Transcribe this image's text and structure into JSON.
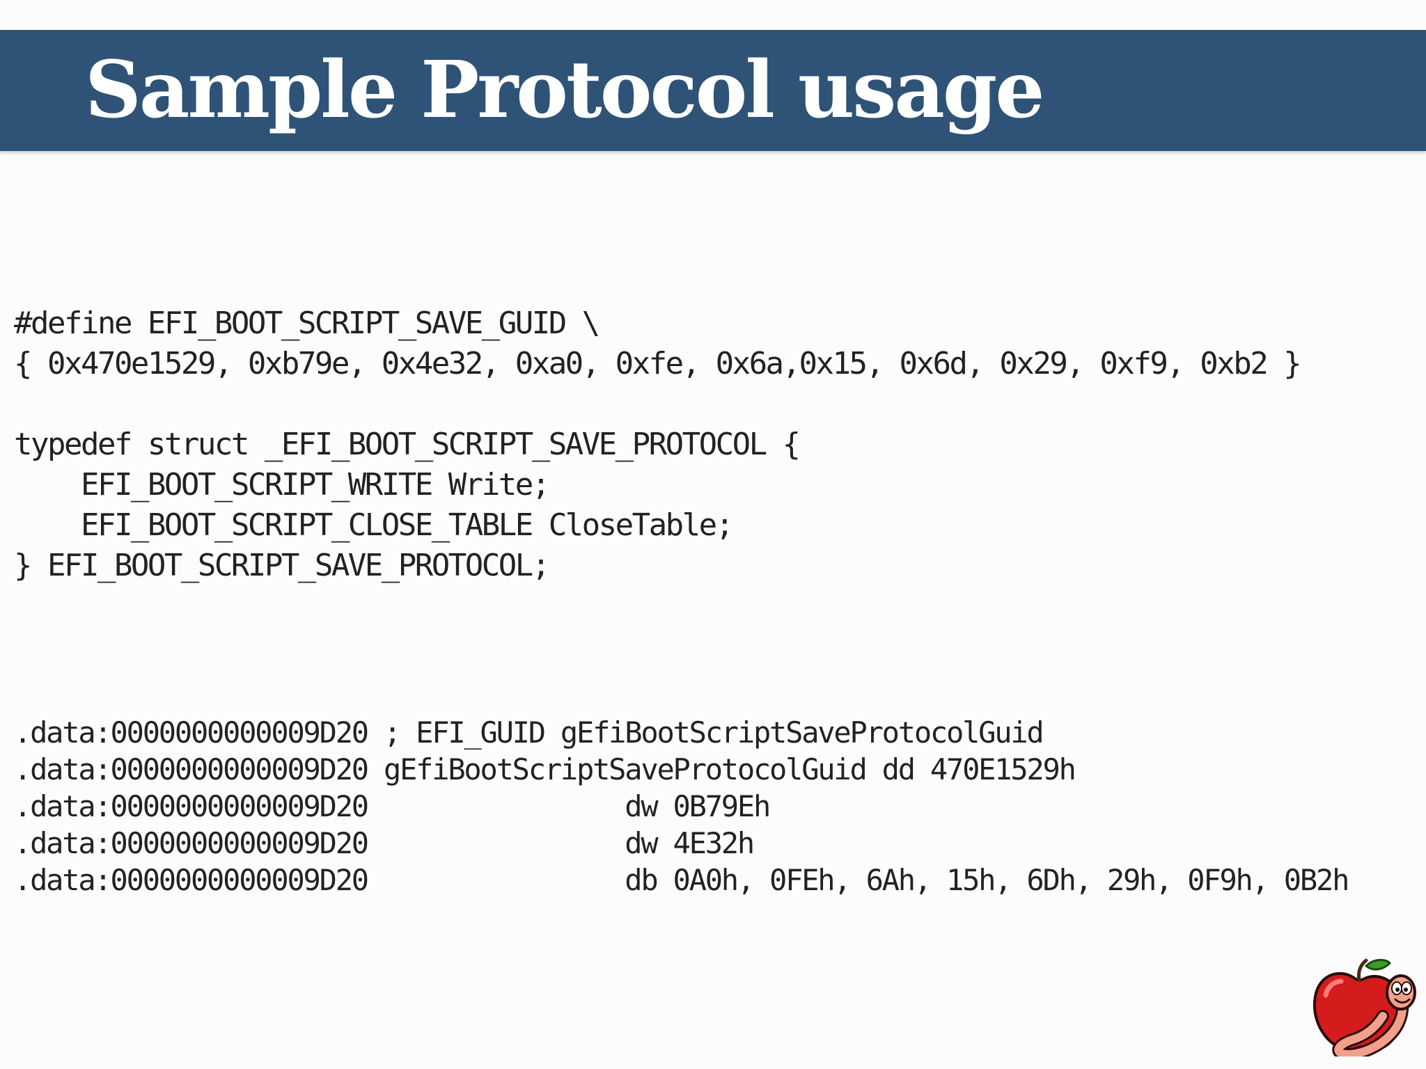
{
  "slide": {
    "title": "Sample Protocol usage"
  },
  "c_code": {
    "lines": [
      "#define EFI_BOOT_SCRIPT_SAVE_GUID \\",
      "{ 0x470e1529, 0xb79e, 0x4e32, 0xa0, 0xfe, 0x6a,0x15, 0x6d, 0x29, 0xf9, 0xb2 }",
      "",
      "typedef struct _EFI_BOOT_SCRIPT_SAVE_PROTOCOL {",
      "    EFI_BOOT_SCRIPT_WRITE Write;",
      "    EFI_BOOT_SCRIPT_CLOSE_TABLE CloseTable;",
      "} EFI_BOOT_SCRIPT_SAVE_PROTOCOL;"
    ]
  },
  "asm_code": {
    "lines": [
      ".data:0000000000009D20 ; EFI_GUID gEfiBootScriptSaveProtocolGuid",
      ".data:0000000000009D20 gEfiBootScriptSaveProtocolGuid dd 470E1529h",
      ".data:0000000000009D20                dw 0B79Eh",
      ".data:0000000000009D20                dw 4E32h",
      ".data:0000000000009D20                db 0A0h, 0FEh, 6Ah, 15h, 6Dh, 29h, 0F9h, 0B2h"
    ]
  },
  "logo": {
    "icon": "apple-worm-mascot-icon"
  },
  "colors": {
    "title_bar": "#2e5377",
    "title_text": "#ffffff",
    "background": "#fcfcfd",
    "code_text": "#222222"
  }
}
